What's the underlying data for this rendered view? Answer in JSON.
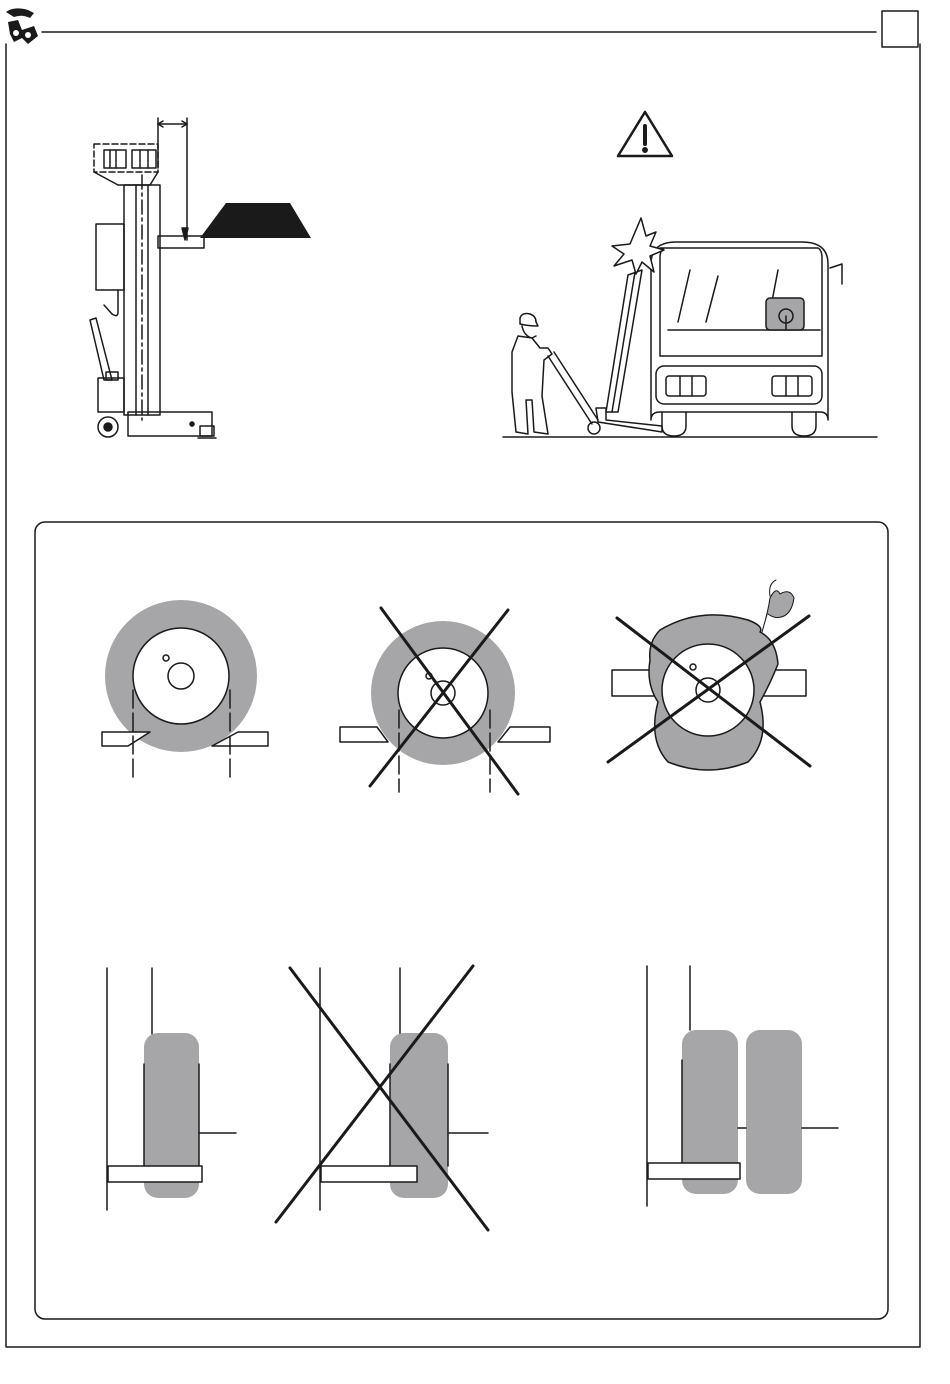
{
  "header": {
    "logo_icon": "brand-logo-icon",
    "page_number": ""
  },
  "colors": {
    "ink": "#1a1a1a",
    "tyre_grey": "#a6a6a8",
    "paper": "#ffffff"
  },
  "illustrations": {
    "lift_side_view": {
      "icon": "column-lift-side-view"
    },
    "warning_sign": {
      "icon": "warning-triangle-icon"
    },
    "bus_collision": {
      "icon": "bus-collision-scene"
    },
    "wheel_correct": {
      "icon": "wheel-on-forks-correct",
      "crossed": false
    },
    "wheel_too_small": {
      "icon": "wheel-small-crossed",
      "crossed": true
    },
    "wheel_deflated": {
      "icon": "wheel-deflated-crossed",
      "crossed": true
    },
    "tyre_side_correct": {
      "icon": "tyre-side-correct",
      "crossed": false
    },
    "tyre_side_wrong": {
      "icon": "tyre-side-crossed",
      "crossed": true
    },
    "twin_tyre": {
      "icon": "twin-tyre-side",
      "crossed": false
    }
  }
}
